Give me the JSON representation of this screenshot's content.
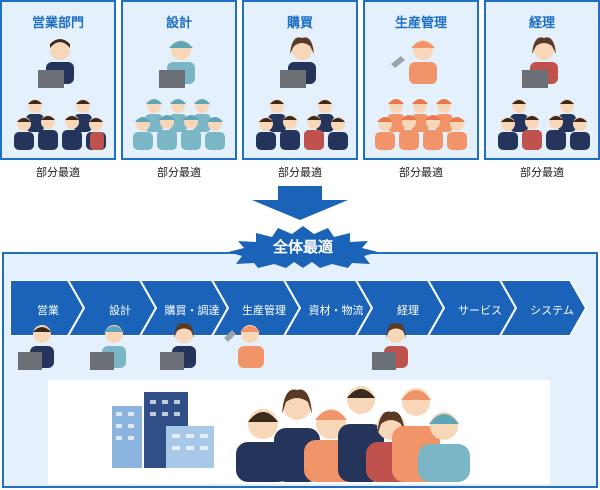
{
  "departments": [
    {
      "title": "営業部門",
      "label": "部分最適",
      "icon": "office-team-icon"
    },
    {
      "title": "設計",
      "label": "部分最適",
      "icon": "engineer-team-icon"
    },
    {
      "title": "購買",
      "label": "部分最適",
      "icon": "office-team-icon"
    },
    {
      "title": "生産管理",
      "label": "部分最適",
      "icon": "factory-team-icon"
    },
    {
      "title": "経理",
      "label": "部分最適",
      "icon": "office-team-icon"
    }
  ],
  "center_badge": {
    "text": "全体最適"
  },
  "process_steps": [
    "営業",
    "設計",
    "購買・調達",
    "生産管理",
    "資材・物流",
    "経理",
    "サービス",
    "システム"
  ],
  "colors": {
    "primary_blue": "#1f6fc4",
    "light_blue_bg": "#e4f0fb",
    "chevron_blue": "#1a63b8",
    "suit_navy": "#25345a",
    "factory_orange": "#f2946a",
    "engineer_teal": "#5fa5b8"
  }
}
